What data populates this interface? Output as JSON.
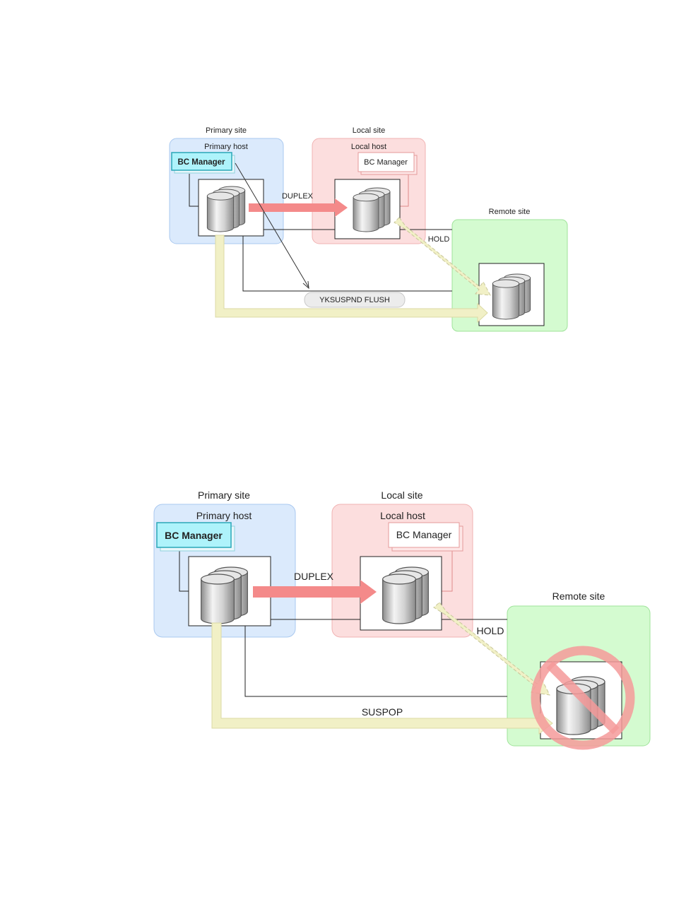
{
  "colors": {
    "primary_site_fill": "#dbeafc",
    "primary_site_stroke": "#a9c8ef",
    "local_site_fill": "#fcdede",
    "local_site_stroke": "#f1b3b3",
    "remote_site_fill": "#d4fbd0",
    "remote_site_stroke": "#9fe39a",
    "bc_manager_fill": "#aef3fb",
    "bc_manager_stroke": "#2aa7b8",
    "duplex_arrow": "#f48a8a",
    "remote_copy_arrow": "#f1f0c6",
    "no_symbol": "#f59a9a"
  },
  "diagram1": {
    "primary_site_label": "Primary site",
    "primary_host_label": "Primary host",
    "bc_manager_label": "BC Manager",
    "local_site_label": "Local site",
    "local_host_label": "Local host",
    "local_bc_manager_label": "BC Manager",
    "remote_site_label": "Remote site",
    "duplex_label": "DUPLEX",
    "hold_label": "HOLD",
    "command_label": "YKSUSPND FLUSH"
  },
  "diagram2": {
    "primary_site_label": "Primary site",
    "primary_host_label": "Primary host",
    "bc_manager_label": "BC Manager",
    "local_site_label": "Local site",
    "local_host_label": "Local host",
    "local_bc_manager_label": "BC Manager",
    "remote_site_label": "Remote site",
    "duplex_label": "DUPLEX",
    "hold_label": "HOLD",
    "suspop_label": "SUSPOP"
  }
}
